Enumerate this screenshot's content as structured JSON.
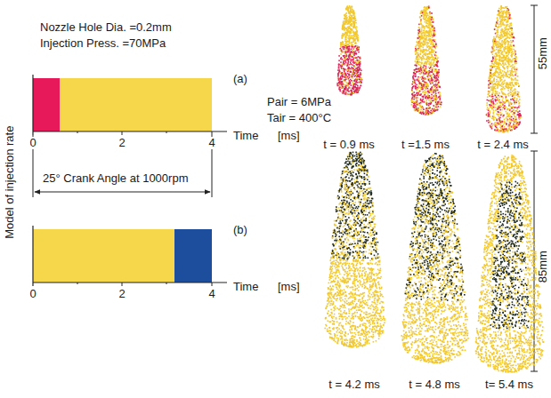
{
  "diagram": {
    "labels": [
      "Nozzle Hole Dia. =0.2mm",
      "Injection Press. =70MPa",
      "(a)",
      "0",
      "2",
      "4",
      "Time",
      "[ms]",
      "25° Crank Angle at 1000rpm",
      "Model of injection rate",
      "(b)",
      "0",
      "2",
      "4",
      "Time",
      "[ms]",
      "Pair = 6MPa",
      "Tair = 400°C",
      "t = 0.9 ms",
      "t =1.5 ms",
      "t = 2.4 ms",
      "55mm",
      "t = 4.2 ms",
      "t = 4.8 ms",
      "t= 5.4 ms",
      "85mm"
    ]
  }
}
